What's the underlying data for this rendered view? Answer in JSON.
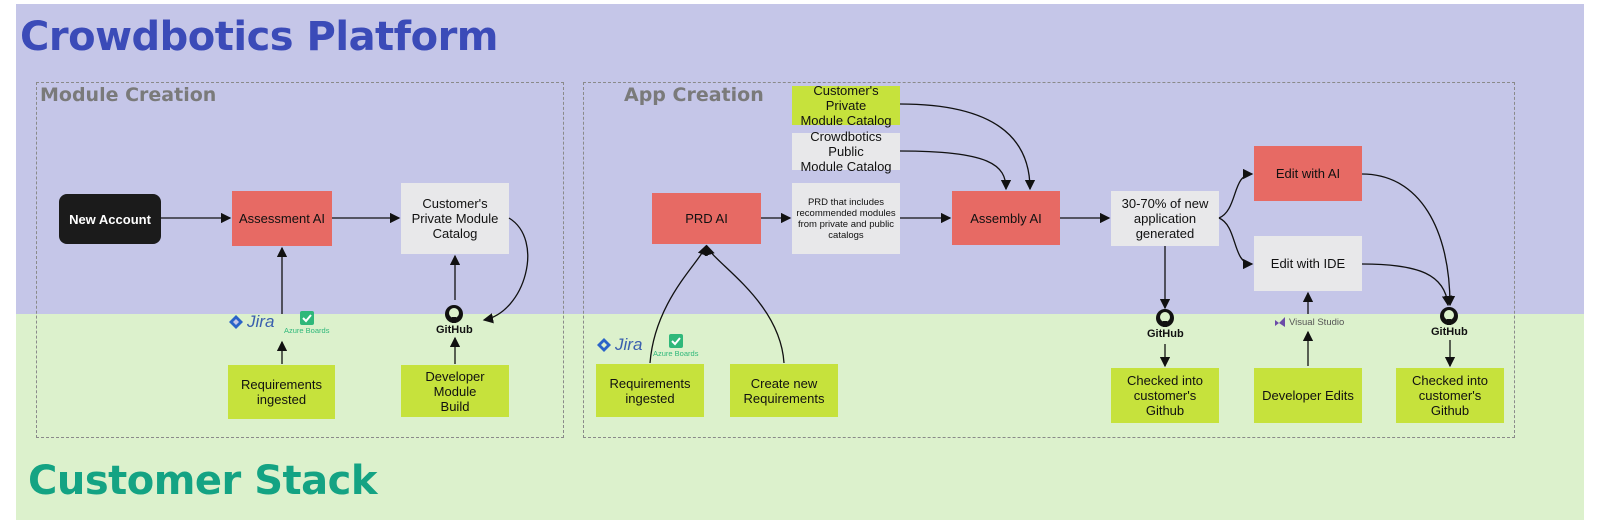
{
  "titles": {
    "platform": "Crowdbotics Platform",
    "customer": "Customer Stack"
  },
  "sections": {
    "module_creation": "Module Creation",
    "app_creation": "App Creation"
  },
  "module_creation": {
    "new_account": "New Account",
    "assessment_ai": "Assessment AI",
    "private_catalog": "Customer's\nPrivate Module\nCatalog",
    "requirements": "Requirements\ningested",
    "developer_build": "Developer Module\nBuild"
  },
  "app_creation": {
    "private_catalog": "Customer's Private\nModule Catalog",
    "public_catalog": "Crowdbotics Public\nModule Catalog",
    "prd_ai": "PRD AI",
    "prd_desc": "PRD that includes\nrecommended modules\nfrom private and public\ncatalogs",
    "assembly_ai": "Assembly AI",
    "generated": "30-70% of new\napplication\ngenerated",
    "edit_ai": "Edit with AI",
    "edit_ide": "Edit with IDE",
    "requirements": "Requirements\ningested",
    "create_requirements": "Create new\nRequirements",
    "checked_in_1": "Checked into\ncustomer's Github",
    "developer_edits": "Developer Edits",
    "checked_in_2": "Checked into\ncustomer's Github"
  },
  "logos": {
    "jira": "Jira",
    "azure_boards": "Azure Boards",
    "github": "GitHub",
    "visual_studio": "Visual Studio"
  },
  "colors": {
    "platform_band": "#c5c6e8",
    "customer_band": "#dcf1cc",
    "platform_title": "#3b4bb8",
    "customer_title": "#14a383",
    "ai_box": "#e76a64",
    "green_box": "#c6e23c",
    "grey_box": "#e8e8ea"
  }
}
